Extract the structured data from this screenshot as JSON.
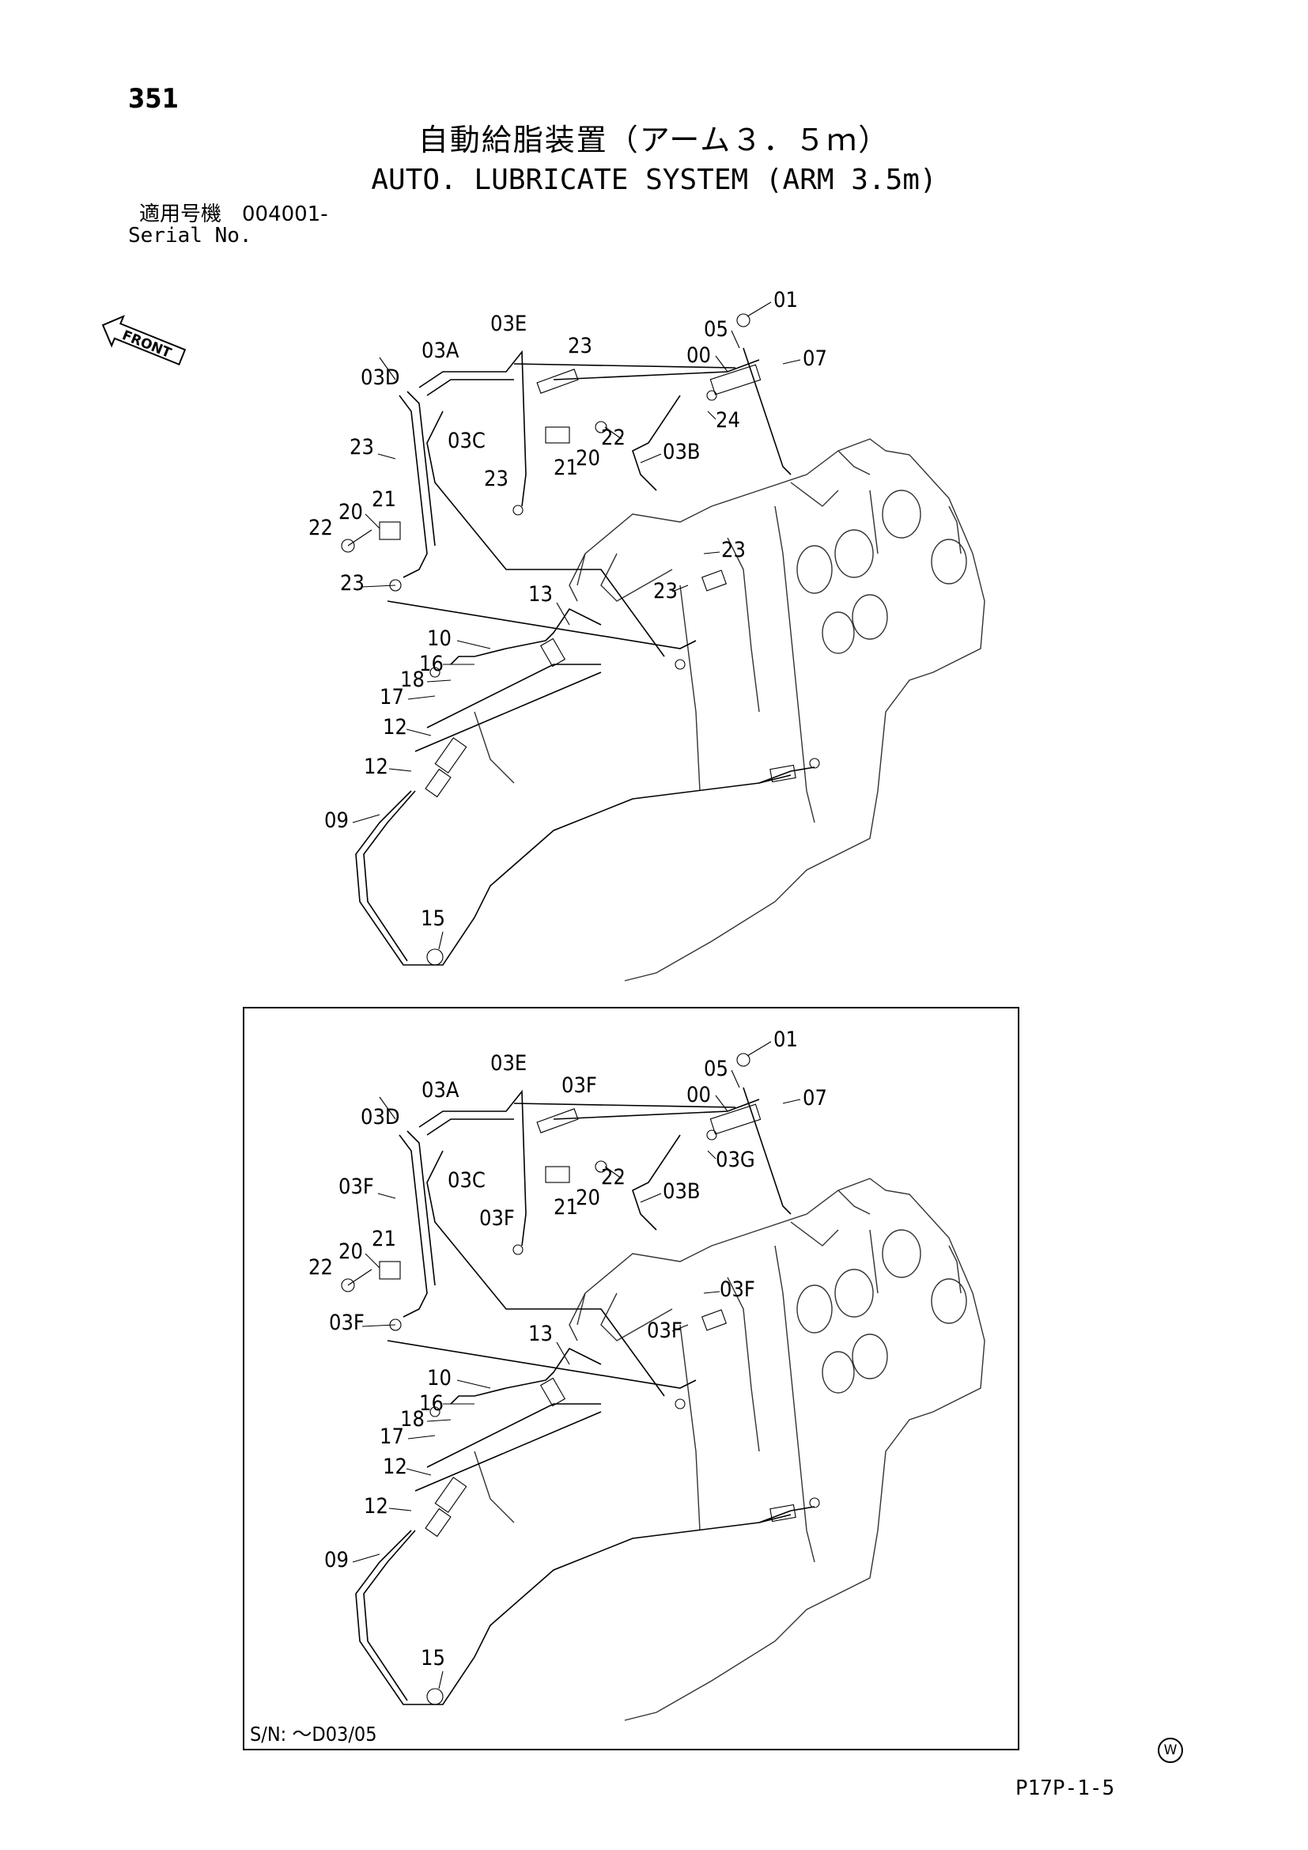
{
  "header": {
    "page_number": "351",
    "title_jp": "自動給脂装置（アーム３．５ｍ）",
    "title_en": "AUTO. LUBRICATE SYSTEM (ARM 3.5m)",
    "serial_label_jp": "適用号機　004001-",
    "serial_label_en": "Serial No."
  },
  "front_arrow_label": "FRONT",
  "upper_diagram": {
    "labels": [
      "01",
      "05",
      "07",
      "00",
      "24",
      "03E",
      "23",
      "03A",
      "03D",
      "22",
      "20",
      "21",
      "03C",
      "23",
      "03B",
      "23",
      "20",
      "21",
      "22",
      "23",
      "23",
      "23",
      "13",
      "10",
      "16",
      "18",
      "17",
      "12",
      "12",
      "09",
      "15"
    ]
  },
  "lower_diagram": {
    "labels": [
      "01",
      "05",
      "07",
      "00",
      "03G",
      "03E",
      "03F",
      "03A",
      "03D",
      "22",
      "20",
      "21",
      "03C",
      "03F",
      "03B",
      "03F",
      "20",
      "21",
      "22",
      "03F",
      "03F",
      "03F",
      "13",
      "10",
      "16",
      "18",
      "17",
      "12",
      "12",
      "09",
      "15"
    ],
    "serial_note": "S/N: ～D03/05"
  },
  "footer": {
    "w_mark": "W",
    "doc_code": "P17P-1-5"
  }
}
